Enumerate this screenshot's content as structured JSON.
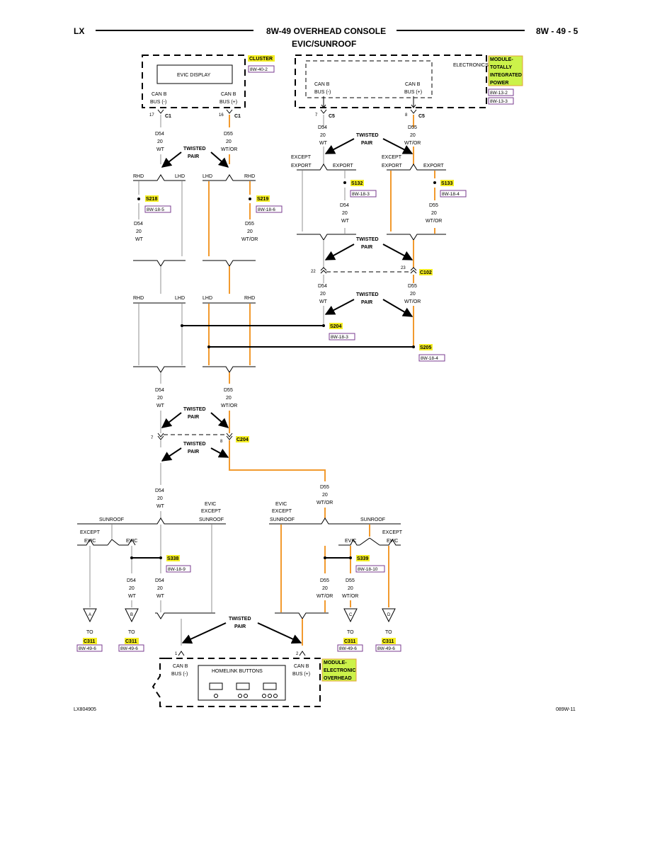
{
  "header": {
    "left": "LX",
    "title": "8W-49 OVERHEAD CONSOLE",
    "subtitle": "EVIC/SUNROOF",
    "right": "8W - 49 - 5"
  },
  "footer": {
    "left": "LX804905",
    "right": "089W-11"
  },
  "cluster": {
    "label": "CLUSTER",
    "ref": "8W-40-2",
    "display": "EVIC DISPLAY",
    "pin_neg": "CAN B",
    "pin_neg2": "BUS (-)",
    "pin_pos": "CAN B",
    "pin_pos2": "BUS (+)",
    "cav_neg": "17",
    "cav_pos": "16",
    "conn": "C1"
  },
  "tipm": {
    "label1": "MODULE-",
    "label2": "TOTALLY",
    "label3": "INTEGRATED",
    "label4": "POWER",
    "ref1": "8W-13-2",
    "ref2": "8W-13-3",
    "electronics": "ELECTRONICS",
    "pin_neg": "CAN B",
    "pin_neg2": "BUS (-)",
    "pin_pos": "CAN B",
    "pin_pos2": "BUS (+)",
    "cav_neg": "7",
    "cav_pos": "8",
    "conn": "C5"
  },
  "wires": {
    "d54": "D54",
    "d55": "D55",
    "gauge": "20",
    "wt": "WT",
    "wtor": "WT/OR"
  },
  "labels": {
    "twisted": "TWISTED",
    "pair": "PAIR",
    "rhd": "RHD",
    "lhd": "LHD",
    "except": "EXCEPT",
    "export": "EXPORT",
    "evic": "EVIC",
    "sunroof": "SUNROOF",
    "to": "TO"
  },
  "splices": {
    "s218": "S218",
    "s218_ref": "8W-18-5",
    "s219": "S219",
    "s219_ref": "8W-18-6",
    "s132": "S132",
    "s132_ref": "8W-18-3",
    "s133": "S133",
    "s133_ref": "8W-18-4",
    "s204": "S204",
    "s204_ref": "8W-18-3",
    "s205": "S205",
    "s205_ref": "8W-18-4",
    "s338": "S338",
    "s338_ref": "8W-18-9",
    "s339": "S339",
    "s339_ref": "8W-18-10"
  },
  "connectors": {
    "c102": "C102",
    "c102_left": "22",
    "c102_right": "23",
    "c204": "C204",
    "c204_left": "7",
    "c204_right": "8"
  },
  "offpage": {
    "a": "A",
    "b": "B",
    "c": "C",
    "d": "D",
    "conn": "C311",
    "ref": "8W-49-6"
  },
  "overhead": {
    "label1": "MODULE-",
    "label2": "ELECTRONIC",
    "label3": "OVERHEAD",
    "homelink": "HOMELINK BUTTONS",
    "pin_neg": "CAN B",
    "pin_neg2": "BUS (-)",
    "pin_pos": "CAN B",
    "pin_pos2": "BUS (+)",
    "cav_neg": "1",
    "cav_pos": "2"
  }
}
